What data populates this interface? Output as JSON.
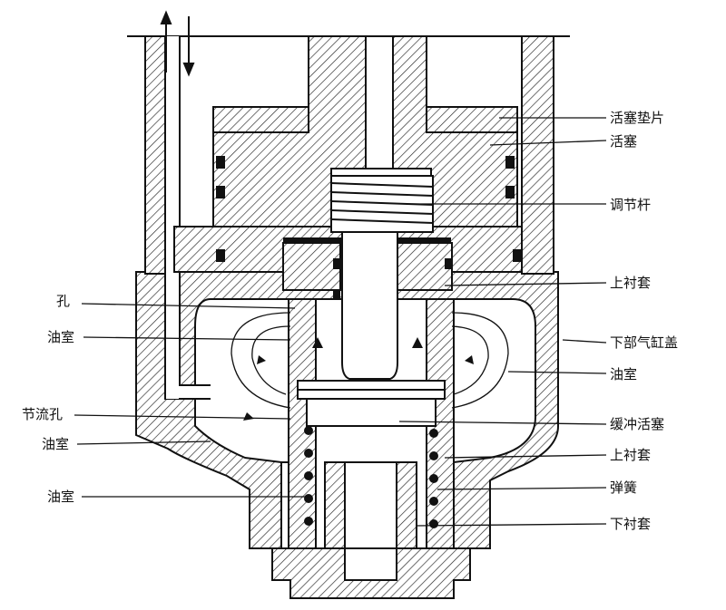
{
  "diagram": {
    "right_labels": [
      {
        "id": "piston-gasket",
        "text": "活塞垫片"
      },
      {
        "id": "piston",
        "text": "活塞"
      },
      {
        "id": "adjusting-rod",
        "text": "调节杆"
      },
      {
        "id": "upper-bushing-1",
        "text": "上衬套"
      },
      {
        "id": "lower-cylinder-head",
        "text": "下部气缸盖"
      },
      {
        "id": "oil-chamber-right",
        "text": "油室"
      },
      {
        "id": "buffer-piston",
        "text": "缓冲活塞"
      },
      {
        "id": "upper-bushing-2",
        "text": "上衬套"
      },
      {
        "id": "spring",
        "text": "弹簧"
      },
      {
        "id": "lower-bushing",
        "text": "下衬套"
      }
    ],
    "left_labels": [
      {
        "id": "hole",
        "text": "孔"
      },
      {
        "id": "oil-chamber-1",
        "text": "油室"
      },
      {
        "id": "throttle-hole",
        "text": "节流孔"
      },
      {
        "id": "oil-chamber-2",
        "text": "油室"
      },
      {
        "id": "oil-chamber-3",
        "text": "油室"
      }
    ]
  }
}
